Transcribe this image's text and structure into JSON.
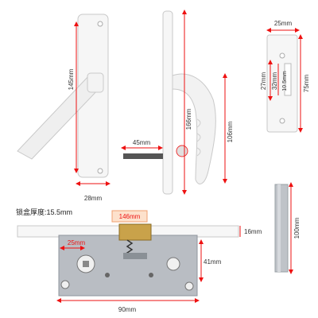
{
  "dimensions": {
    "handle_plate_height": "145mm",
    "handle_plate_width": "28mm",
    "side_plate_height": "166mm",
    "handle_height": "106mm",
    "spindle_length": "45mm",
    "strike_width": "25mm",
    "strike_height": "75mm",
    "strike_hole_spacing": "27mm",
    "strike_slot_height": "32mm",
    "strike_slot_width": "10.5mm",
    "spindle_height": "100mm",
    "lockbox_thickness_label": "锁盒厚度:15.5mm",
    "lock_faceplate_center": "146mm",
    "lock_faceplate_width": "16mm",
    "backset": "25mm",
    "lock_body_height": "41mm",
    "lock_body_width": "90mm"
  },
  "colors": {
    "dimension_line": "#e11",
    "plate": "#f4f4f4",
    "outline": "#bfbfbf",
    "metal": "#b8bcc2",
    "brass": "#c9a24a"
  }
}
